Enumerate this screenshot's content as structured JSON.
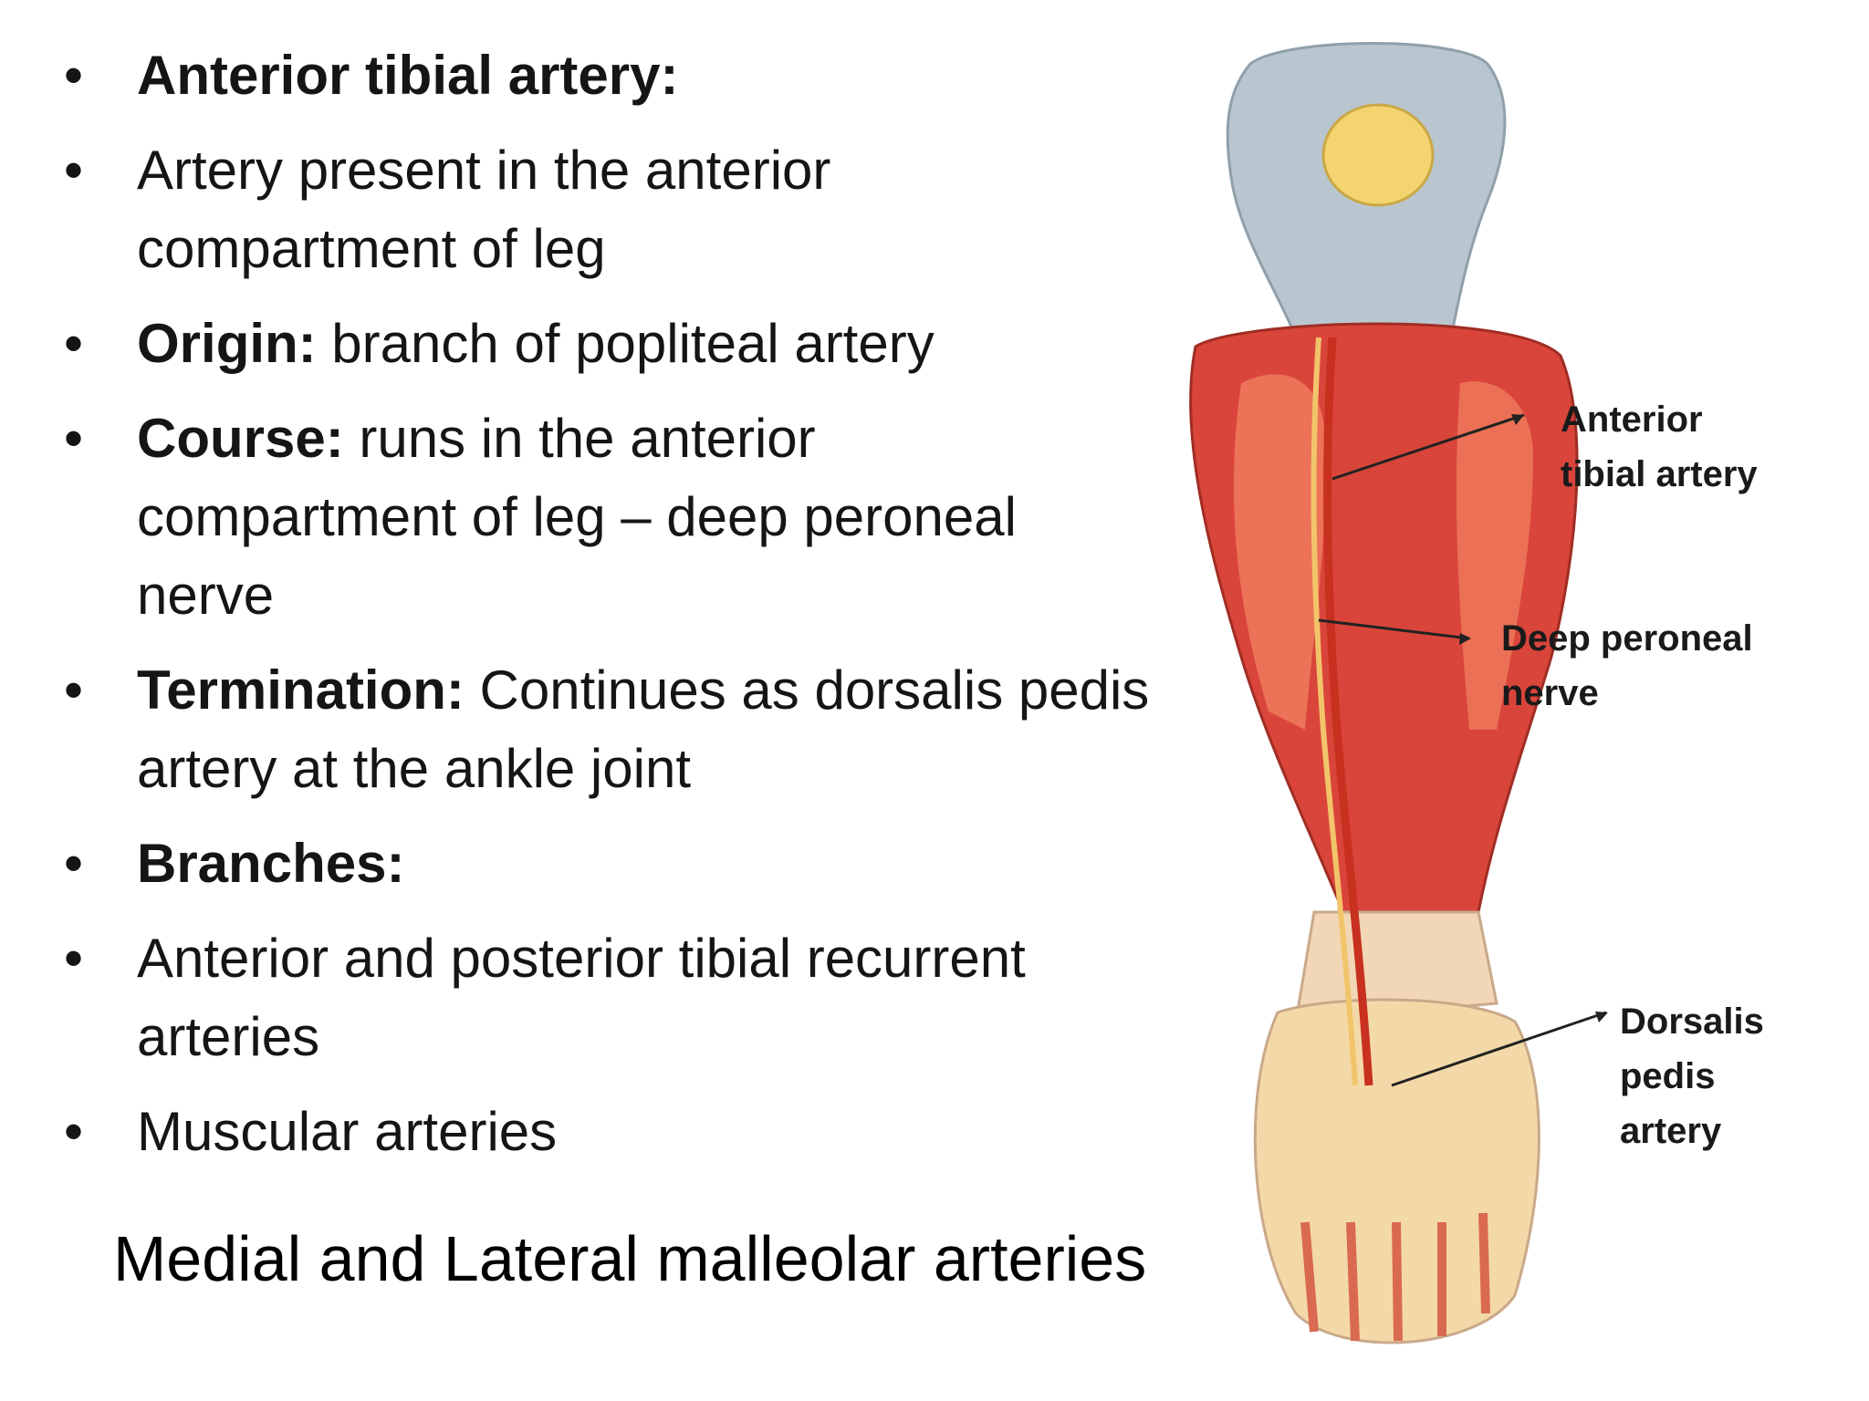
{
  "bullets": [
    {
      "bold": "Anterior tibial artery:",
      "text": ""
    },
    {
      "bold": "",
      "text": "Artery present in the anterior compartment of leg"
    },
    {
      "bold": "Origin:",
      "text": " branch of popliteal artery"
    },
    {
      "bold": "Course:",
      "text": " runs in the anterior compartment of leg – deep peroneal nerve"
    },
    {
      "bold": "Termination:",
      "text": " Continues as dorsalis pedis artery at the ankle joint"
    },
    {
      "bold": "Branches:",
      "text": ""
    },
    {
      "bold": "",
      "text": "Anterior and posterior tibial recurrent arteries"
    },
    {
      "bold": "",
      "text": "Muscular arteries"
    }
  ],
  "footer_line": "Medial and Lateral malleolar arteries",
  "figure_labels": {
    "anterior_tibial": [
      "Anterior",
      "tibial artery"
    ],
    "deep_peroneal": [
      "Deep peroneal",
      "nerve"
    ],
    "dorsalis_pedis": [
      "Dorsalis",
      "pedis",
      "artery"
    ]
  },
  "colors": {
    "muscle": "#d9453a",
    "muscle_light": "#ef7a5e",
    "tendon": "#f1d7b5",
    "bone": "#b9c6cf",
    "artery": "#c8301f",
    "nerve": "#f2c46a"
  }
}
